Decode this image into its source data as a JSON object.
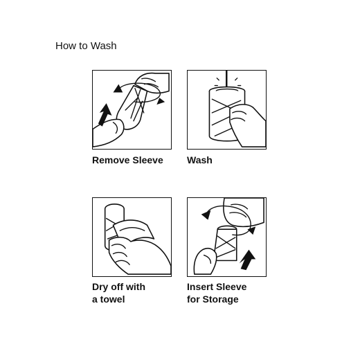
{
  "title": "How to Wash",
  "steps": [
    {
      "line1": "Remove Sleeve",
      "line2": "",
      "icon": "remove-sleeve-illustration"
    },
    {
      "line1": "Wash",
      "line2": "",
      "icon": "wash-illustration"
    },
    {
      "line1": "Dry off with",
      "line2": "a towel",
      "icon": "towel-dry-illustration"
    },
    {
      "line1": "Insert Sleeve",
      "line2": "for Storage",
      "icon": "insert-sleeve-illustration"
    }
  ]
}
